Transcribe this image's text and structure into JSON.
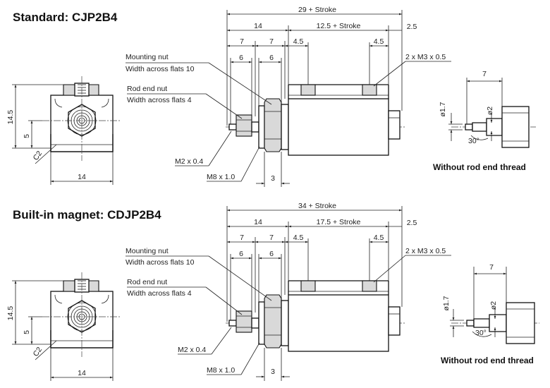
{
  "sections": [
    {
      "title": "Standard: CJP2B4",
      "end_view": {
        "height": "14.5",
        "center": "5",
        "chamfer": "C2",
        "width": "14"
      },
      "side_view": {
        "overall": "29 + Stroke",
        "front": "14",
        "body": "12.5 + Stroke",
        "rear": "2.5",
        "nut_a": "7",
        "nut_b": "7",
        "nut_c": "6",
        "nut_d": "6",
        "port_a": "4.5",
        "port_b": "4.5",
        "ports": "2 x M3 x 0.5",
        "mounting_nut": "Mounting nut",
        "mounting_nut_flats": "Width across flats 10",
        "rod_nut": "Rod end nut",
        "rod_nut_flats": "Width across flats 4",
        "rod_thread": "M2 x 0.4",
        "mount_thread": "M8 x 1.0",
        "flange": "3"
      },
      "detail": {
        "len": "7",
        "d1": "ø1.7",
        "d2": "ø2",
        "angle": "30°",
        "caption": "Without rod end thread"
      }
    },
    {
      "title": "Built-in magnet: CDJP2B4",
      "end_view": {
        "height": "14.5",
        "center": "5",
        "chamfer": "C2",
        "width": "14"
      },
      "side_view": {
        "overall": "34 + Stroke",
        "front": "14",
        "body": "17.5 + Stroke",
        "rear": "2.5",
        "nut_a": "7",
        "nut_b": "7",
        "nut_c": "6",
        "nut_d": "6",
        "port_a": "4.5",
        "port_b": "4.5",
        "ports": "2 x M3 x 0.5",
        "mounting_nut": "Mounting nut",
        "mounting_nut_flats": "Width across flats 10",
        "rod_nut": "Rod end nut",
        "rod_nut_flats": "Width across flats 4",
        "rod_thread": "M2 x 0.4",
        "mount_thread": "M8 x 1.0",
        "flange": "3"
      },
      "detail": {
        "len": "7",
        "d1": "ø1.7",
        "d2": "ø2",
        "angle": "30°",
        "caption": "Without rod end thread"
      }
    }
  ]
}
